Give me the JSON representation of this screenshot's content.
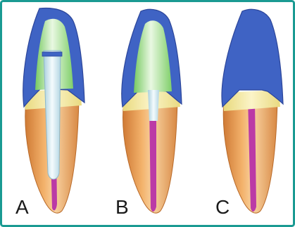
{
  "figure": {
    "panels": [
      {
        "id": "A",
        "label": "A"
      },
      {
        "id": "B",
        "label": "B"
      },
      {
        "id": "C",
        "label": "C"
      }
    ]
  },
  "colors": {
    "border": "#1a9a92",
    "crown_blue": "#3f63c4",
    "crown_blue_edge": "#2c469a",
    "core_green": "#9fdc86",
    "root_orange": "#e9a15a",
    "root_orange_dark": "#cf7a35",
    "root_light": "#f6c893",
    "canal_magenta": "#bb3aa6",
    "post_light": "#dff0f6",
    "post_dark": "#9cc6d6",
    "enamel_cream": "#f3e9a0"
  }
}
